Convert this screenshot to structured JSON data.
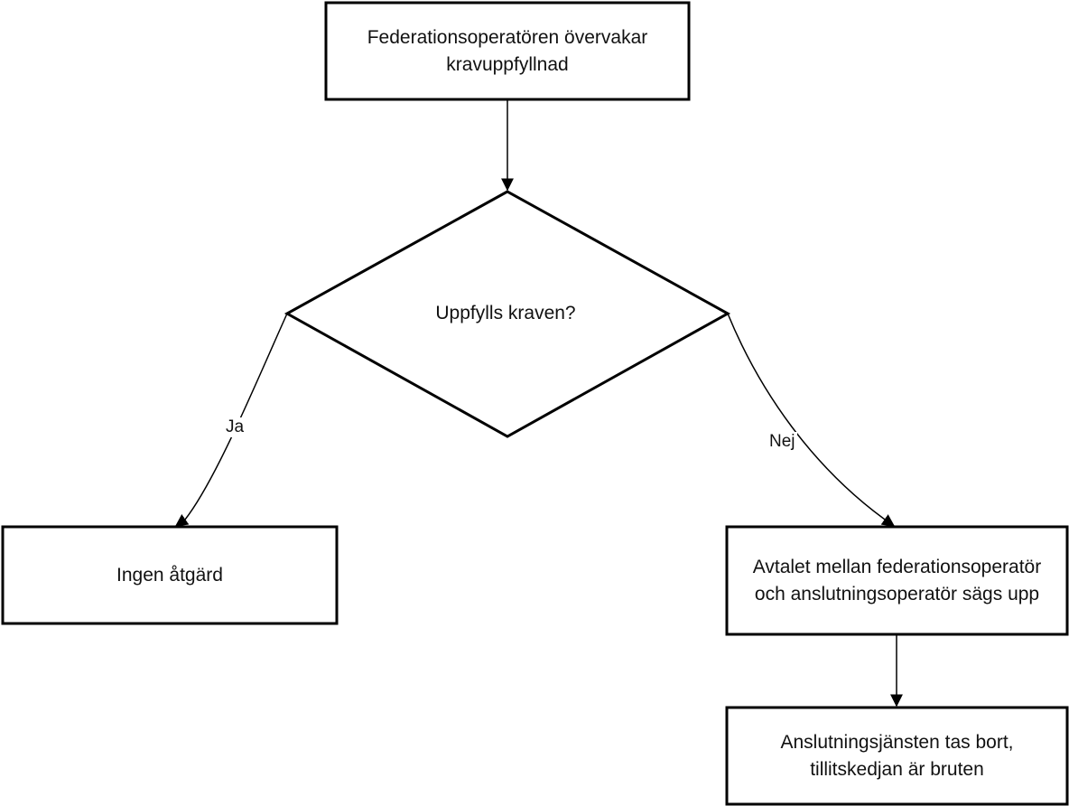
{
  "nodes": {
    "monitor": {
      "line1": "Federationsoperatören övervakar",
      "line2": "kravuppfyllnad"
    },
    "decision": {
      "label": "Uppfylls kraven?"
    },
    "no_action": {
      "label": "Ingen åtgärd"
    },
    "terminate": {
      "line1": "Avtalet mellan federationsoperatör",
      "line2": "och anslutningsoperatör sägs upp"
    },
    "removed": {
      "line1": "Anslutningsjänsten tas bort,",
      "line2": "tillitskedjan är bruten"
    }
  },
  "edges": {
    "yes_label": "Ja",
    "no_label": "Nej"
  },
  "colors": {
    "stroke": "#000000",
    "text": "#111111",
    "background": "#ffffff"
  }
}
